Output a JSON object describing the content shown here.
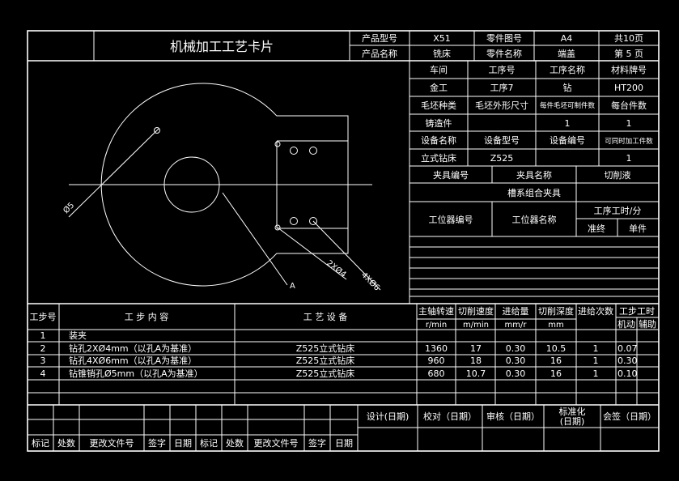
{
  "header": {
    "title": "机械加工工艺卡片",
    "row1": [
      "产品型号",
      "X51",
      "零件图号",
      "A4",
      "共10页"
    ],
    "row2": [
      "产品名称",
      "铣床",
      "零件名称",
      "端盖",
      "第 5 页"
    ]
  },
  "info": {
    "r1": [
      "车间",
      "工序号",
      "工序名称",
      "材料牌号"
    ],
    "r2": [
      "金工",
      "工序7",
      "钻",
      "HT200"
    ],
    "r3": [
      "毛坯种类",
      "毛坯外形尺寸",
      "每件毛坯可制件数",
      "每台件数"
    ],
    "r4": [
      "铸造件",
      "",
      "1",
      "1"
    ],
    "r5": [
      "设备名称",
      "设备型号",
      "设备编号",
      "可同时加工件数"
    ],
    "r6": [
      "立式钻床",
      "Z525",
      "",
      "1"
    ]
  },
  "fixture": {
    "h1": "夹具编号",
    "h2": "夹具名称",
    "h3": "切削液",
    "name": "槽系组合夹具",
    "station_no": "工位器编号",
    "station_name": "工位器名称",
    "time_label": "工序工时/分",
    "prep": "准终",
    "unit": "单件"
  },
  "drawing": {
    "dim_dia": "Ø5",
    "dim_2x": "2XØ4",
    "dim_4x": "4XØ6",
    "label_a": "A"
  },
  "steps": {
    "headers": {
      "no": "工步号",
      "content": "工  步  内  容",
      "equip": "工  艺  设  备",
      "speed": "主轴转速",
      "speed_unit": "r/min",
      "vel": "切削速度",
      "vel_unit": "m/min",
      "feed": "进给量",
      "feed_unit": "mm/r",
      "depth": "切削深度",
      "depth_unit": "mm",
      "passes": "进给次数",
      "hours": "工步工时",
      "machine": "机动",
      "aux": "辅助"
    },
    "rows": [
      {
        "no": "1",
        "content": "装夹",
        "equip": "",
        "speed": "",
        "vel": "",
        "feed": "",
        "depth": "",
        "passes": "",
        "time": ""
      },
      {
        "no": "2",
        "content": "钻孔2XØ4mm（以孔A为基准）",
        "equip": "Z525立式钻床",
        "speed": "1360",
        "vel": "17",
        "feed": "0.30",
        "depth": "10.5",
        "passes": "1",
        "time": "0.07"
      },
      {
        "no": "3",
        "content": "钻孔4XØ6mm（以孔A为基准）",
        "equip": "Z525立式钻床",
        "speed": "960",
        "vel": "18",
        "feed": "0.30",
        "depth": "16",
        "passes": "1",
        "time": "0.30"
      },
      {
        "no": "4",
        "content": "钻锥销孔Ø5mm（以孔A为基准）",
        "equip": "Z525立式钻床",
        "speed": "680",
        "vel": "10.7",
        "feed": "0.30",
        "depth": "16",
        "passes": "1",
        "time": "0.10"
      }
    ]
  },
  "footer": {
    "labels": [
      "标记",
      "处数",
      "更改文件号",
      "签字",
      "日期",
      "标记",
      "处数",
      "更改文件号",
      "签字",
      "日期"
    ],
    "sign": [
      "设计(日期)",
      "校对（日期）",
      "审核（日期）",
      "标准化",
      "(日期)",
      "会签（日期）"
    ]
  }
}
